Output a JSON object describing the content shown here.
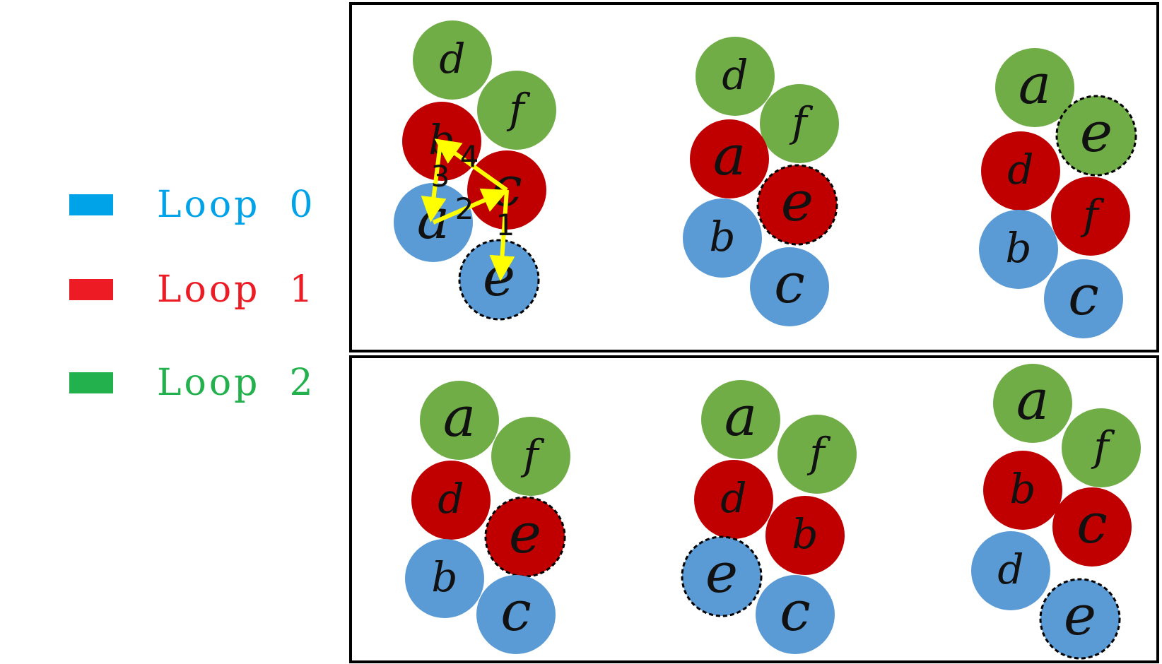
{
  "legend": [
    {
      "label": "Loop  0",
      "color": "#00a2e8"
    },
    {
      "label": "Loop  1",
      "color": "#ed1c24"
    },
    {
      "label": "Loop  2",
      "color": "#22b14c"
    }
  ],
  "node_colors": {
    "blue": "#5b9bd5",
    "red": "#c00000",
    "green": "#70ad47"
  },
  "arrow_color": "#ffff00",
  "panels": [
    {
      "nodes": [
        {
          "letter": "d",
          "color": "green"
        },
        {
          "letter": "f",
          "color": "green"
        },
        {
          "letter": "b",
          "color": "red"
        },
        {
          "letter": "c",
          "color": "red"
        },
        {
          "letter": "a",
          "color": "blue"
        },
        {
          "letter": "e",
          "color": "blue",
          "dashed": true
        }
      ],
      "steps": [
        "1",
        "2",
        "3",
        "4"
      ]
    },
    {
      "nodes": [
        {
          "letter": "d",
          "color": "green"
        },
        {
          "letter": "f",
          "color": "green"
        },
        {
          "letter": "a",
          "color": "red"
        },
        {
          "letter": "e",
          "color": "red",
          "dashed": true
        },
        {
          "letter": "b",
          "color": "blue"
        },
        {
          "letter": "c",
          "color": "blue"
        }
      ]
    },
    {
      "nodes": [
        {
          "letter": "a",
          "color": "green"
        },
        {
          "letter": "e",
          "color": "green",
          "dashed": true
        },
        {
          "letter": "d",
          "color": "red"
        },
        {
          "letter": "f",
          "color": "red"
        },
        {
          "letter": "b",
          "color": "blue"
        },
        {
          "letter": "c",
          "color": "blue"
        }
      ]
    },
    {
      "nodes": [
        {
          "letter": "a",
          "color": "green"
        },
        {
          "letter": "f",
          "color": "green"
        },
        {
          "letter": "d",
          "color": "red"
        },
        {
          "letter": "e",
          "color": "red",
          "dashed": true
        },
        {
          "letter": "b",
          "color": "blue"
        },
        {
          "letter": "c",
          "color": "blue"
        }
      ]
    },
    {
      "nodes": [
        {
          "letter": "a",
          "color": "green"
        },
        {
          "letter": "f",
          "color": "green"
        },
        {
          "letter": "d",
          "color": "red"
        },
        {
          "letter": "b",
          "color": "red"
        },
        {
          "letter": "e",
          "color": "blue",
          "dashed": true
        },
        {
          "letter": "c",
          "color": "blue"
        }
      ]
    },
    {
      "nodes": [
        {
          "letter": "a",
          "color": "green"
        },
        {
          "letter": "f",
          "color": "green"
        },
        {
          "letter": "b",
          "color": "red"
        },
        {
          "letter": "c",
          "color": "red"
        },
        {
          "letter": "d",
          "color": "blue"
        },
        {
          "letter": "e",
          "color": "blue",
          "dashed": true
        }
      ]
    }
  ]
}
